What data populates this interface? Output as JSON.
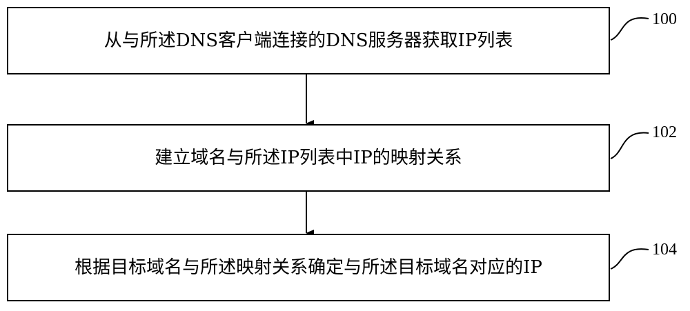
{
  "steps": [
    {
      "id": "100",
      "text": "从与所述DNS客户端连接的DNS服务器获取IP列表"
    },
    {
      "id": "102",
      "text": "建立域名与所述IP列表中IP的映射关系"
    },
    {
      "id": "104",
      "text": "根据目标域名与所述映射关系确定与所述目标域名对应的IP"
    }
  ],
  "colors": {
    "line": "#000000",
    "background": "#ffffff"
  }
}
